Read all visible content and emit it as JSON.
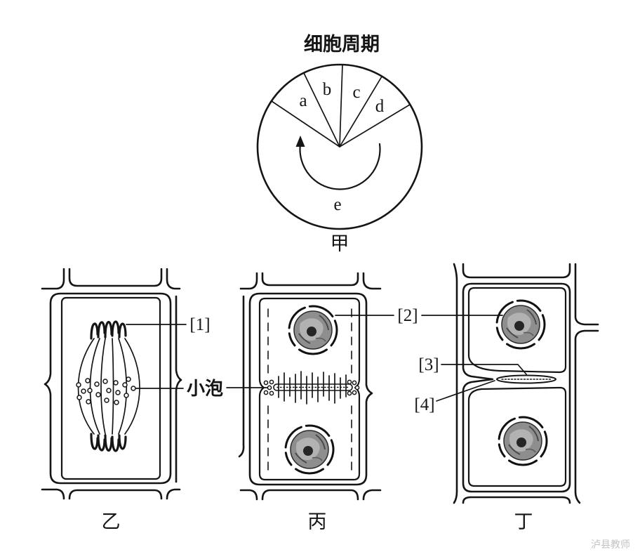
{
  "figure_jia": {
    "title": "细胞周期",
    "phases": [
      "a",
      "b",
      "c",
      "d",
      "e"
    ],
    "label": "甲"
  },
  "figure_yi": {
    "label": "乙"
  },
  "figure_bing": {
    "label": "丙"
  },
  "figure_ding": {
    "label": "丁"
  },
  "callouts": [
    "[1]",
    "[2]",
    "[3]",
    "[4]"
  ],
  "vesicle_label": "小泡",
  "watermark": "泸县教师"
}
